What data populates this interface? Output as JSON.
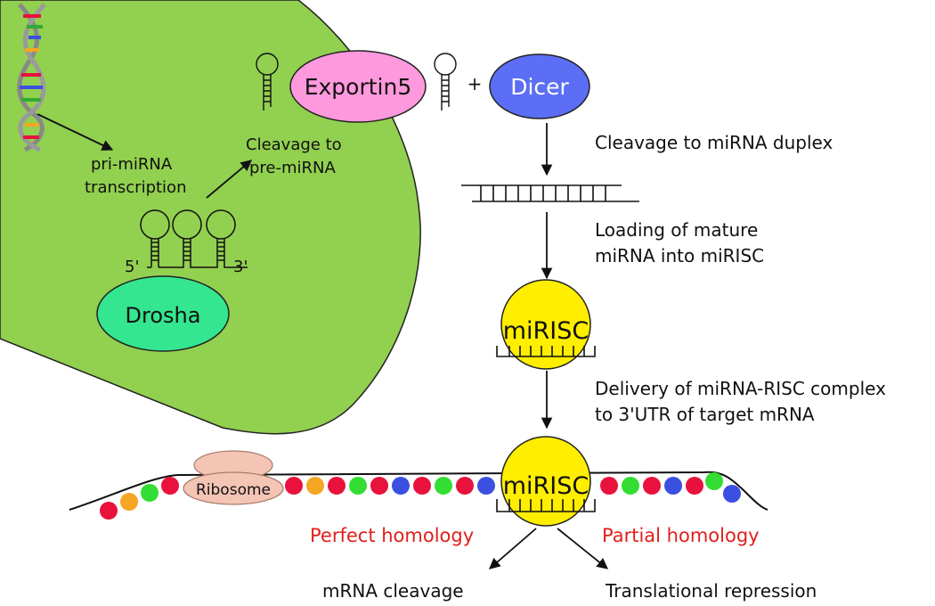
{
  "nucleus": {
    "pri_mirna_label_line1": "pri-miRNA",
    "pri_mirna_label_line2": "transcription",
    "cleavage_label_line1": "Cleavage to",
    "cleavage_label_line2": "pre-miRNA",
    "five_prime": "5'",
    "three_prime": "3'",
    "drosha_label": "Drosha",
    "color_fill": "#92d050"
  },
  "cytoplasm": {
    "exportin_label": "Exportin5",
    "plus_sign": "+",
    "dicer_label": "Dicer",
    "step_cleavage_duplex": "Cleavage to miRNA duplex",
    "step_loading_line1": "Loading of mature",
    "step_loading_line2": "miRNA into miRISC",
    "mirisc_label": "miRISC",
    "step_delivery_line1": "Delivery of miRNA-RISC complex",
    "step_delivery_line2": "to 3'UTR of target mRNA",
    "mirisc_bound_label": "miRISC",
    "ribosome_label": "Ribosome"
  },
  "outcomes": {
    "perfect_homology": "Perfect homology",
    "partial_homology": "Partial homology",
    "mrna_cleavage": "mRNA cleavage",
    "translational_repression": "Translational repression"
  },
  "colors": {
    "exportin": "#ff99dd",
    "dicer": "#5b6ef5",
    "drosha": "#33e68f",
    "mirisc": "#ffee00",
    "ribosome": "#f4c4b4",
    "red_text": "#e0201c",
    "bead_red": "#e8123c",
    "bead_orange": "#f5a623",
    "bead_green": "#33dd33",
    "bead_blue": "#3b4fe0"
  }
}
